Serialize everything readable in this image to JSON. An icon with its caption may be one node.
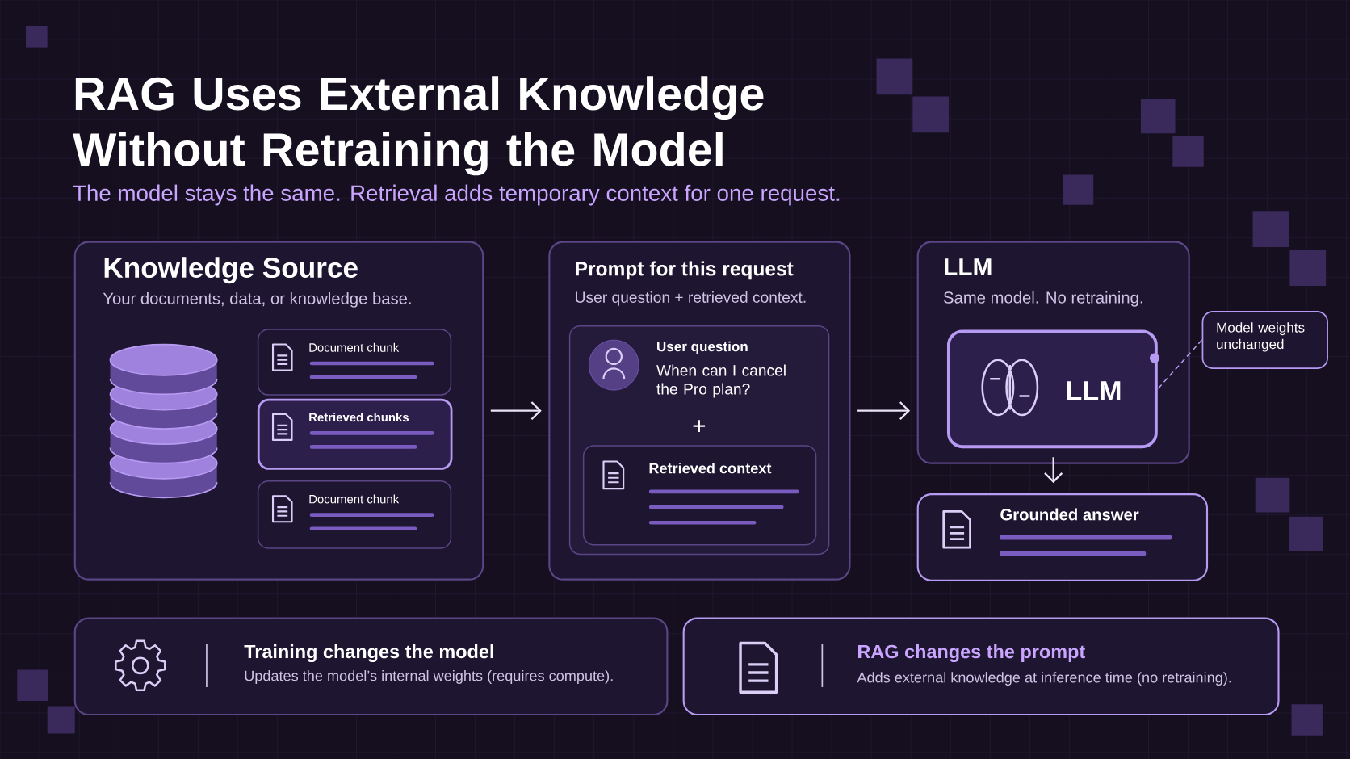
{
  "diagram": {
    "title": "RAG Uses External Knowledge Without Retraining the Model",
    "caption": "The model stays the same. Retrieval adds temporary context for one request.",
    "nodes": [
      {
        "text": [
          "Knowledge Source",
          "Your documents, data, or knowledge base."
        ]
      },
      {
        "text": [
          "Document chunk"
        ],
        "in": 0
      },
      {
        "text": [
          "Retrieved chunks"
        ],
        "in": 0
      },
      {
        "text": [
          "Document chunk"
        ],
        "in": 0
      },
      {
        "text": [
          "Prompt for this request",
          "User question + retrieved context."
        ]
      },
      {
        "text": [
          "User question",
          "When can I cancel the Pro plan?",
          "+"
        ],
        "in": 4
      },
      {
        "text": [
          "Retrieved context"
        ],
        "in": 5
      },
      {
        "text": [
          "LLM",
          "Same model. No retraining."
        ]
      },
      {
        "text": [
          "LLM"
        ],
        "in": 7
      },
      {
        "text": [
          "Model weights unchanged"
        ]
      },
      {
        "text": [
          "Grounded answer"
        ]
      },
      {
        "text": [
          "Training changes the model",
          "Updates the model’s internal weights (requires compute)."
        ]
      },
      {
        "text": [
          "RAG changes the prompt",
          "Adds external knowledge at inference time (no retraining)."
        ]
      }
    ],
    "edges": [
      {
        "from": 0,
        "to": 4,
        "arrow": "to"
      },
      {
        "from": 4,
        "to": 7,
        "arrow": "to"
      },
      {
        "from": 7,
        "to": 10,
        "arrow": "to"
      },
      {
        "from": 9,
        "to": 8,
        "arrow": "none",
        "style": "dashed"
      }
    ]
  }
}
